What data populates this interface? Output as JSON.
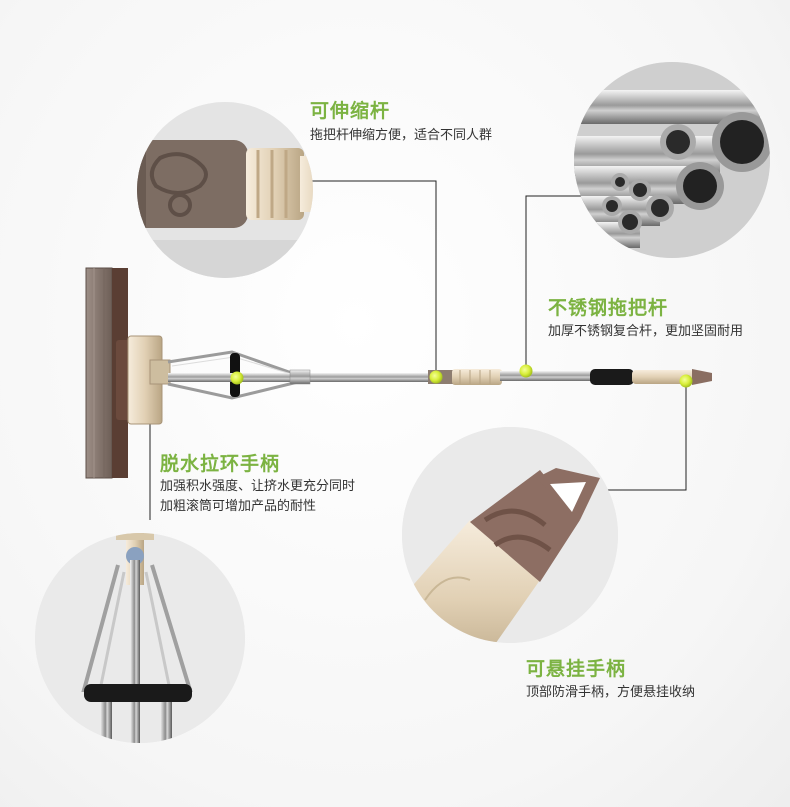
{
  "colors": {
    "accent_green": "#7cb342",
    "marker_yellow": "#d8ee3a",
    "leader_line": "#222222",
    "handle_beige": "#e6d6be",
    "grip_brown": "#8d6e63",
    "mop_head_brown": "#6d4c41",
    "sponge": "#8b7b73"
  },
  "callouts": {
    "telescopic": {
      "title": "可伸缩杆",
      "desc": "拖把杆伸缩方便，适合不同人群",
      "icon": "telescopic-joint-photo"
    },
    "stainless": {
      "title": "不锈钢拖把杆",
      "desc": "加厚不锈钢复合杆，更加坚固耐用",
      "icon": "steel-tubes-photo"
    },
    "pullring": {
      "title": "脱水拉环手柄",
      "desc_line1": "加强积水强度、让挤水更充分同时",
      "desc_line2": "加粗滚筒可增加产品的耐性",
      "icon": "pull-ring-photo"
    },
    "hanging": {
      "title": "可悬挂手柄",
      "desc": "顶部防滑手柄，方便悬挂收纳",
      "icon": "hanging-handle-photo"
    }
  }
}
